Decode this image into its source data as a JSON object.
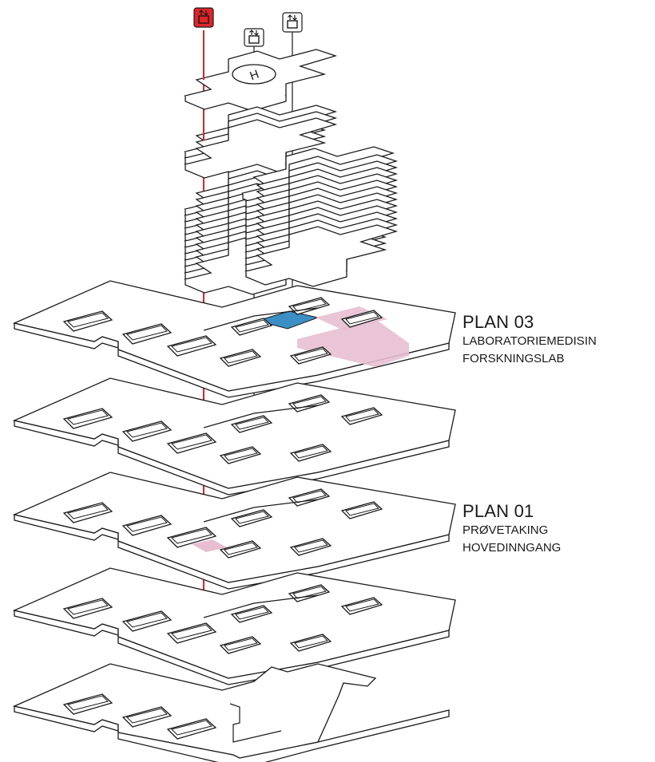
{
  "labels": {
    "plan03": {
      "title": "PLAN 03",
      "lines": [
        "LABORATORIEMEDISIN",
        "FORSKNINGSLAB"
      ]
    },
    "plan01": {
      "title": "PLAN 01",
      "lines": [
        "PRØVETAKING",
        "HOVEDINNGANG"
      ]
    }
  },
  "heliport": {
    "mark": "H"
  },
  "colors": {
    "outline": "#1a1a1a",
    "core_line": "#666666",
    "red_route": "#e0242a",
    "blue_zone": "#3b8fc4",
    "pink_zone": "#e7bfd1"
  },
  "icons": [
    "elevator-icon-red",
    "elevator-icon",
    "elevator-icon"
  ]
}
